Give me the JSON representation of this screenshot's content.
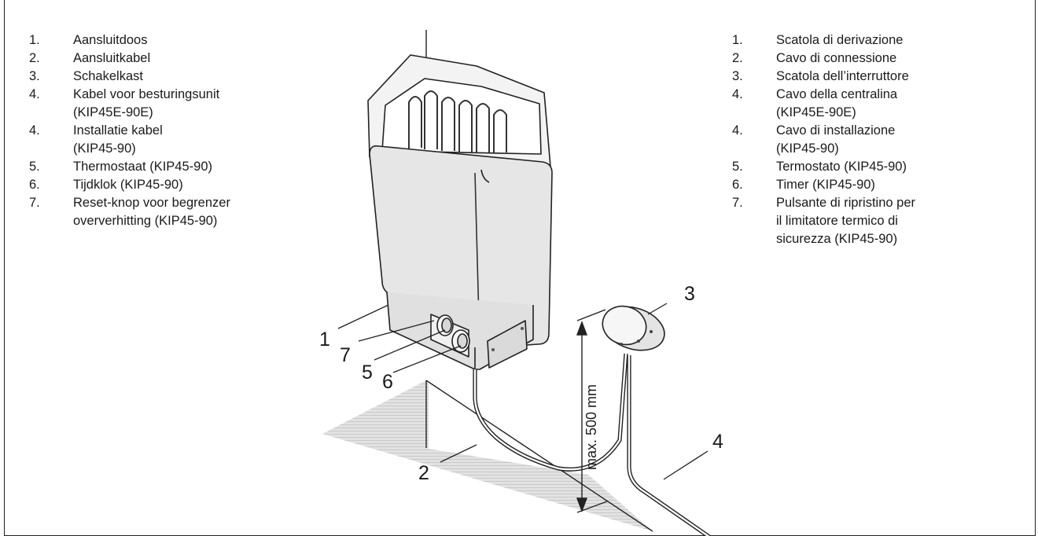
{
  "legend_left": [
    {
      "num": "1.",
      "text": "Aansluitdoos"
    },
    {
      "num": "2.",
      "text": "Aansluitkabel"
    },
    {
      "num": "3.",
      "text": "Schakelkast"
    },
    {
      "num": "4.",
      "text": "Kabel voor besturingsunit\n(KIP45E-90E)"
    },
    {
      "num": "4.",
      "text": "Installatie kabel\n(KIP45-90)"
    },
    {
      "num": "5.",
      "text": "Thermostaat (KIP45-90)"
    },
    {
      "num": "6.",
      "text": "Tijdklok (KIP45-90)"
    },
    {
      "num": "7.",
      "text": "Reset-knop voor begrenzer\noververhitting (KIP45-90)"
    }
  ],
  "legend_right": [
    {
      "num": "1.",
      "text": "Scatola di derivazione"
    },
    {
      "num": "2.",
      "text": "Cavo di connessione"
    },
    {
      "num": "3.",
      "text": "Scatola dell’interruttore"
    },
    {
      "num": "4.",
      "text": "Cavo della centralina\n(KIP45E-90E)"
    },
    {
      "num": "4.",
      "text": "Cavo di installazione\n(KIP45-90)"
    },
    {
      "num": "5.",
      "text": "Termostato (KIP45-90)"
    },
    {
      "num": "6.",
      "text": "Timer (KIP45-90)"
    },
    {
      "num": "7.",
      "text": "Pulsante di ripristino per\nil limitatore termico di\nsicurezza (KIP45-90)"
    }
  ],
  "callouts": {
    "c1": "1",
    "c2": "2",
    "c3": "3",
    "c4": "4",
    "c5": "5",
    "c6": "6",
    "c7": "7"
  },
  "dimension_label": "max. 500 mm"
}
